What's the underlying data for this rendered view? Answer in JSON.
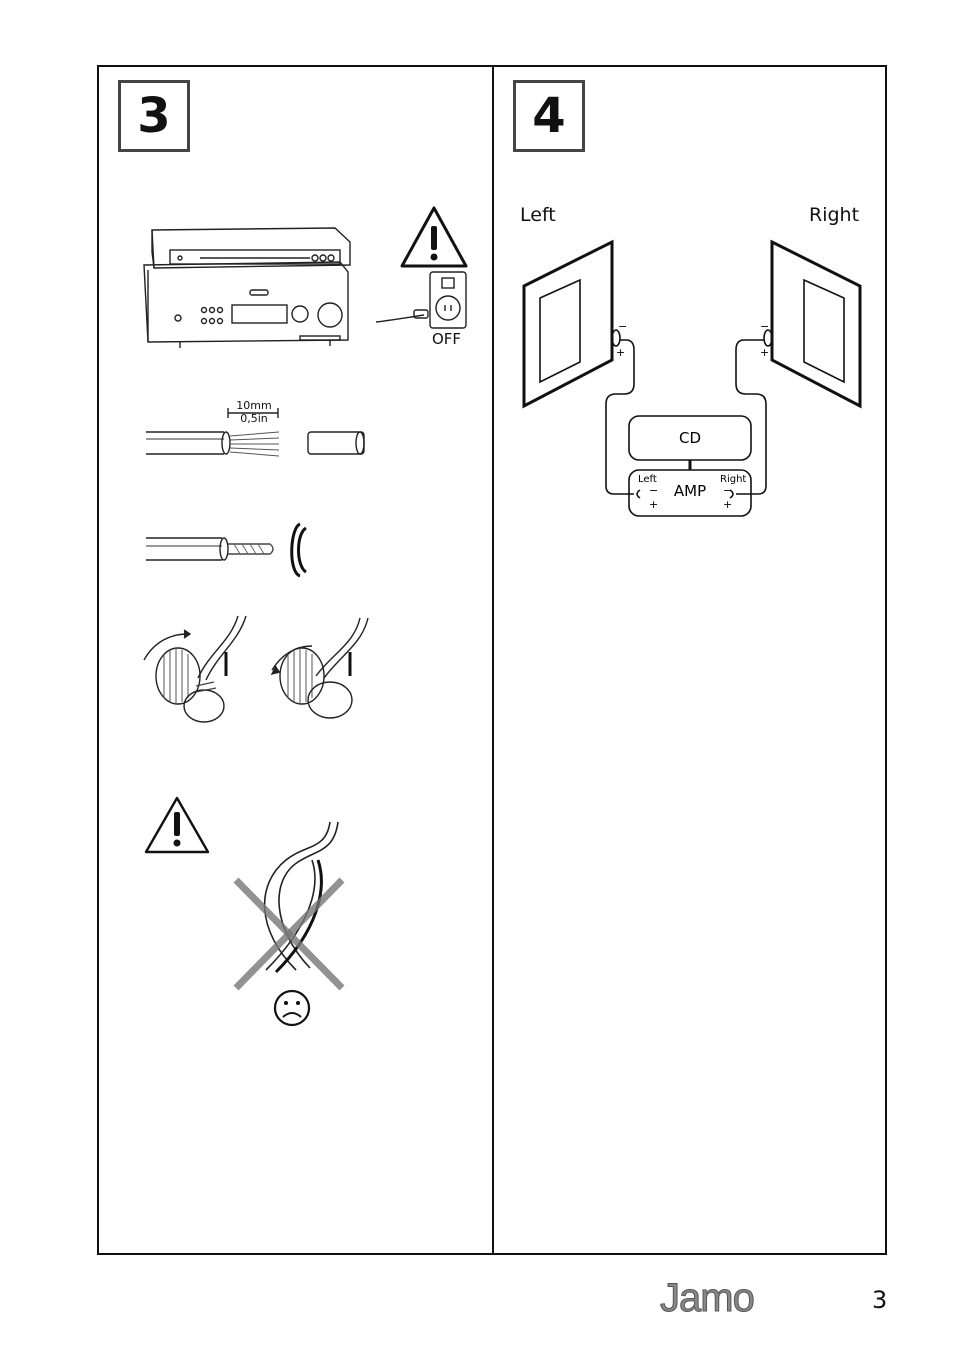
{
  "steps": {
    "step3": {
      "number": "3"
    },
    "step4": {
      "number": "4"
    }
  },
  "step3": {
    "off_label": "OFF",
    "strip_length_mm": "10mm",
    "strip_length_in": "0,5in"
  },
  "step4": {
    "left_label": "Left",
    "right_label": "Right",
    "cd_label": "CD",
    "amp_label": "AMP",
    "amp_left": "Left",
    "amp_right": "Right",
    "minus": "−",
    "plus": "+"
  },
  "footer": {
    "brand": "Jamo",
    "page_number": "3"
  }
}
